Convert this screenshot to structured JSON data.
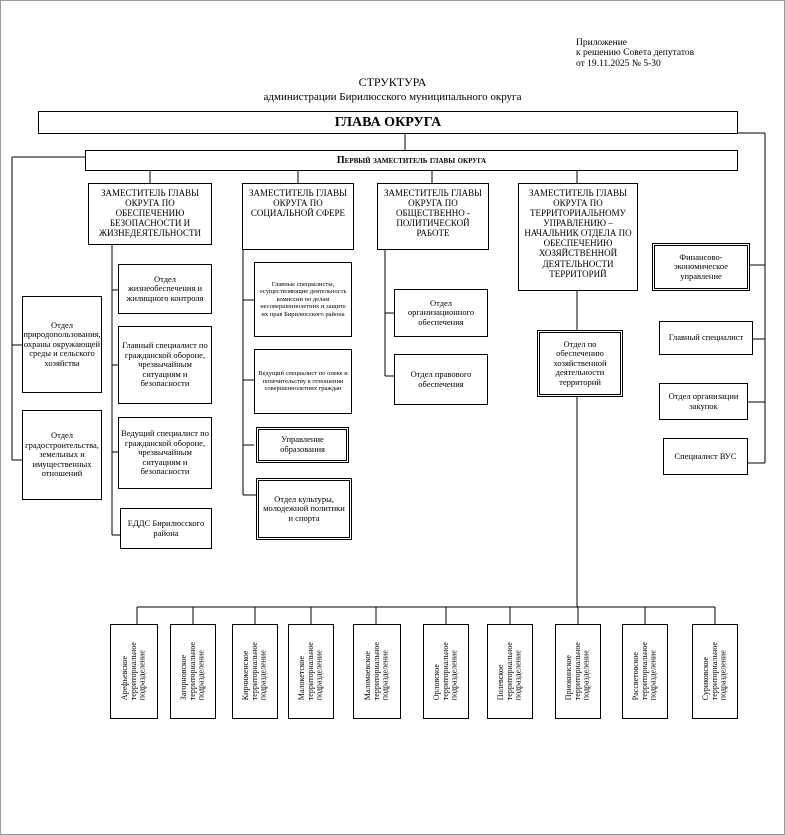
{
  "header": {
    "appendix": "Приложение\nк решению Совета депутатов\nот    19.11.2025 № 5-30",
    "title": "СТРУКТУРА",
    "subtitle": "администрации Бирилюсского муниципального округа"
  },
  "head": "ГЛАВА ОКРУГА",
  "first_deputy": "Первый заместитель главы округа",
  "deputies": [
    "ЗАМЕСТИТЕЛЬ ГЛАВЫ ОКРУГА ПО ОБЕСПЕЧЕНИЮ БЕЗОПАСНОСТИ И ЖИЗНЕДЕЯТЕЛЬНОСТИ",
    "ЗАМЕСТИТЕЛЬ ГЛАВЫ ОКРУГА ПО СОЦИАЛЬНОЙ СФЕРЕ",
    "ЗАМЕСТИТЕЛЬ ГЛАВЫ ОКРУГА ПО ОБЩЕСТВЕННО - ПОЛИТИЧЕСКОЙ РАБОТЕ",
    "ЗАМЕСТИТЕЛЬ ГЛАВЫ ОКРУГА ПО ТЕРРИТОРИАЛЬНОМУ УПРАВЛЕНИЮ – НАЧАЛЬНИК ОТДЕЛА ПО ОБЕСПЕЧЕНИЮ ХОЗЯЙСТВЕННОЙ ДЕЯТЕЛЬНОСТИ ТЕРРИТОРИЙ"
  ],
  "left_units": [
    "Отдел природопользования, охраны окружающей среды и сельского хозяйства",
    "Отдел градостроительства, земельных и имущественных отношений"
  ],
  "security_units": [
    "Отдел жизнеобеспечения и жилищного контроля",
    "Главный специалист по гражданской обороне, чрезвычайным ситуациям и безопасности",
    "Ведущий специалист по гражданской обороне, чрезвычайным ситуациям и безопасности",
    "ЕДДС Бирилюсского района"
  ],
  "social_units": [
    "Главные специалисты, осуществляющие деятельность комиссии по делам несовершеннолетних и защите их прав Бирилюсского района",
    "Ведущий специалист по опеке и попечительству в отношении совершеннолетних граждан",
    "Управление образования",
    "Отдел культуры, молодежной политики и спорта"
  ],
  "political_units": [
    "Отдел организационного обеспечения",
    "Отдел правового обеспечения"
  ],
  "economic_unit": "Отдел по обеспечению хозяйственной деятельности территорий",
  "right_units": [
    "Финансово-экономическое управление",
    "Главный специалист",
    "Отдел организации закупок",
    "Специалист ВУС"
  ],
  "territorials": [
    "Арефьевское\nтерриториальное\nподразделение",
    "Загорновское\nтерриториальное\nподразделение",
    "Кирчиженское\nтерриториальное\nподразделение",
    "Малокетское\nтерриториальное\nподразделение",
    "Маломаевское\nтерриториальное\nподразделение",
    "Орловское\nтерриториальное\nподразделение",
    "Полевское\nтерриториальное\nподразделение",
    "Приокинское\nтерриториальное\nподразделение",
    "Рассветовское\nтерриториальное\nподразделение",
    "Суриковское\nтерриториальное\nподразделение"
  ]
}
